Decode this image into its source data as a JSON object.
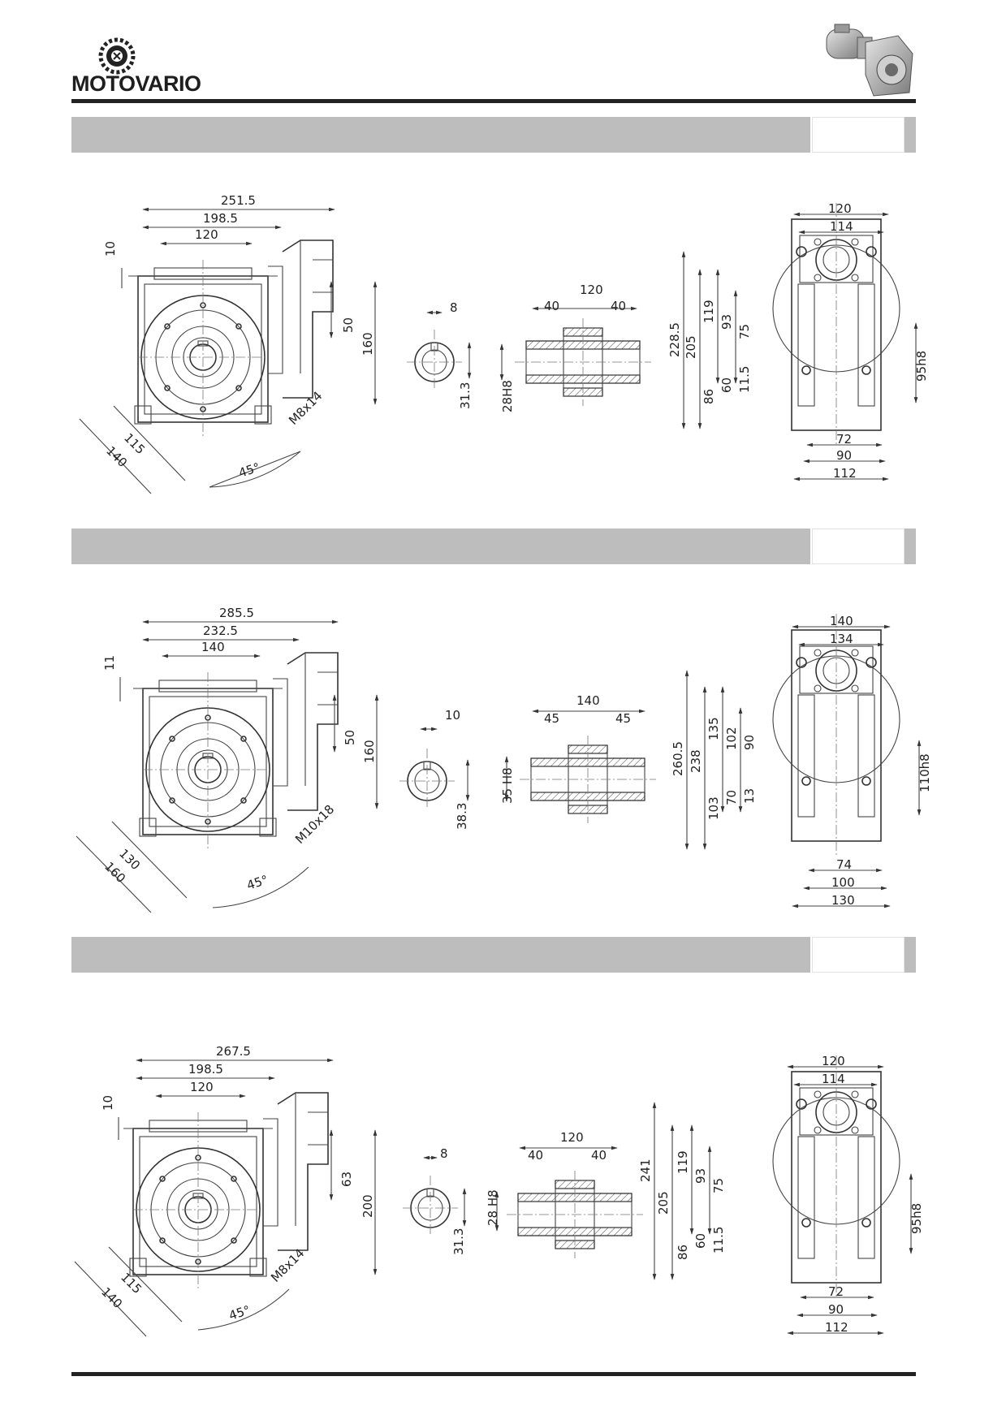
{
  "brand": {
    "name": "MOTOVARIO"
  },
  "sections": [
    {
      "front_view": {
        "overall_width": "251.5",
        "body_width": "198.5",
        "foot_spacing": "120",
        "top_offset": "10",
        "flange_height": "50",
        "total_height": "160",
        "dim_a": "115",
        "dim_b": "140",
        "thread": "M8x14",
        "angle": "45°"
      },
      "shaft_end": {
        "key_width": "8",
        "key_height": "31.3"
      },
      "hollow_shaft": {
        "length": "120",
        "left_seg": "40",
        "right_seg": "40",
        "bore": "28H8"
      },
      "side_view": {
        "width_outer": "120",
        "width_inner": "114",
        "height_total": "228.5",
        "h1": "205",
        "h2": "119",
        "h3": "93",
        "h4": "75",
        "h5": "60",
        "h6": "11.5",
        "h7": "86",
        "pilot": "95h8",
        "base1": "72",
        "base2": "90",
        "base3": "112"
      }
    },
    {
      "front_view": {
        "overall_width": "285.5",
        "body_width": "232.5",
        "foot_spacing": "140",
        "top_offset": "11",
        "flange_height": "50",
        "total_height": "160",
        "dim_a": "130",
        "dim_b": "160",
        "thread": "M10x18",
        "angle": "45°"
      },
      "shaft_end": {
        "key_width": "10",
        "key_height": "38.3"
      },
      "hollow_shaft": {
        "length": "140",
        "left_seg": "45",
        "right_seg": "45",
        "bore": "35 H8"
      },
      "side_view": {
        "width_outer": "140",
        "width_inner": "134",
        "height_total": "260.5",
        "h1": "238",
        "h2": "135",
        "h3": "102",
        "h4": "90",
        "h5": "70",
        "h6": "13",
        "h7": "103",
        "pilot": "110h8",
        "base1": "74",
        "base2": "100",
        "base3": "130"
      }
    },
    {
      "front_view": {
        "overall_width": "267.5",
        "body_width": "198.5",
        "foot_spacing": "120",
        "top_offset": "10",
        "flange_height": "63",
        "total_height": "200",
        "dim_a": "115",
        "dim_b": "140",
        "thread": "M8x14",
        "angle": "45°"
      },
      "shaft_end": {
        "key_width": "8",
        "key_height": "31.3"
      },
      "hollow_shaft": {
        "length": "120",
        "left_seg": "40",
        "right_seg": "40",
        "bore": "28 H8"
      },
      "side_view": {
        "width_outer": "120",
        "width_inner": "114",
        "height_total": "241",
        "h1": "205",
        "h2": "119",
        "h3": "93",
        "h4": "75",
        "h5": "60",
        "h6": "11.5",
        "h7": "86",
        "pilot": "95h8",
        "base1": "72",
        "base2": "90",
        "base3": "112"
      }
    }
  ]
}
